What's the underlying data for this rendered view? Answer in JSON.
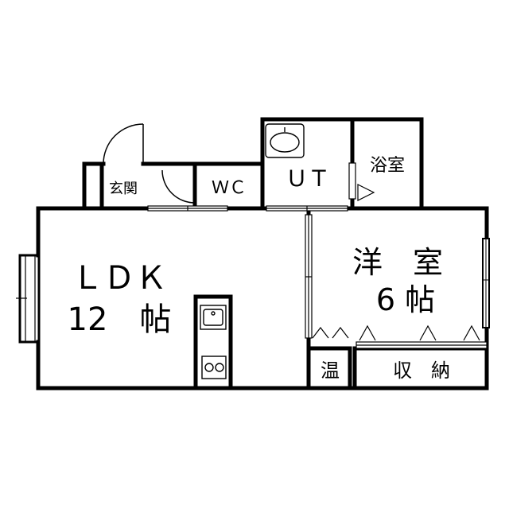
{
  "rooms": {
    "genkan": "玄関",
    "wc": "ＷＣ",
    "ut": "ＵＴ",
    "bath": "浴室",
    "ldk_name": "ＬＤＫ",
    "ldk_size": "12　帖",
    "western_name": "洋　室",
    "western_size": "6 帖",
    "water_heater": "温",
    "storage": "収　納"
  },
  "colors": {
    "wall": "#000000",
    "background": "#ffffff",
    "fixture_fill": "#f2f2f2"
  }
}
